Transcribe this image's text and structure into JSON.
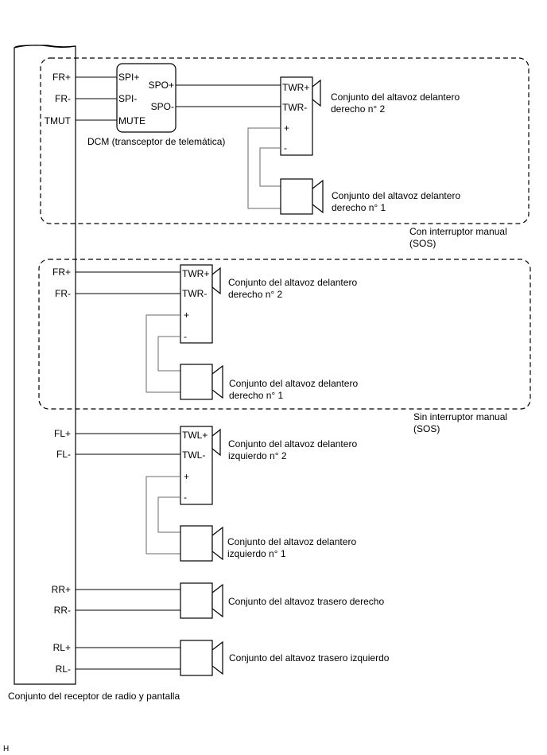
{
  "head_unit": {
    "label": "Conjunto del receptor de radio y pantalla",
    "pins_with_switch": [
      "FR+",
      "FR-",
      "TMUT"
    ],
    "pins_without_switch": [
      "FR+",
      "FR-"
    ],
    "pins_front_left": [
      "FL+",
      "FL-"
    ],
    "pins_rear_right": [
      "RR+",
      "RR-"
    ],
    "pins_rear_left": [
      "RL+",
      "RL-"
    ]
  },
  "dcm": {
    "label": "DCM (transceptor de telemática)",
    "pins_in": [
      "SPI+",
      "SPI-",
      "MUTE"
    ],
    "pins_out": [
      "SPO+",
      "SPO-"
    ]
  },
  "groups": {
    "with_switch": {
      "line1": "Con interruptor manual",
      "line2": "(SOS)"
    },
    "without_switch": {
      "line1": "Sin interruptor manual",
      "line2": "(SOS)"
    }
  },
  "speakers": {
    "a_front_right_2": {
      "line1": "Conjunto del altavoz delantero",
      "line2": "derecho n° 2",
      "pins": [
        "TWR+",
        "TWR-",
        "+",
        "-"
      ]
    },
    "a_front_right_1": {
      "line1": "Conjunto del altavoz delantero",
      "line2": "derecho n° 1"
    },
    "b_front_right_2": {
      "line1": "Conjunto del altavoz delantero",
      "line2": "derecho n° 2",
      "pins": [
        "TWR+",
        "TWR-",
        "+",
        "-"
      ]
    },
    "b_front_right_1": {
      "line1": "Conjunto del altavoz delantero",
      "line2": "derecho n° 1"
    },
    "front_left_2": {
      "line1": "Conjunto del altavoz delantero",
      "line2": "izquierdo n° 2",
      "pins": [
        "TWL+",
        "TWL-",
        "+",
        "-"
      ]
    },
    "front_left_1": {
      "line1": "Conjunto del altavoz delantero",
      "line2": "izquierdo n° 1"
    },
    "rear_right": {
      "line1": "Conjunto del altavoz trasero derecho"
    },
    "rear_left": {
      "line1": "Conjunto del altavoz trasero izquierdo"
    }
  },
  "footer_code": "H"
}
